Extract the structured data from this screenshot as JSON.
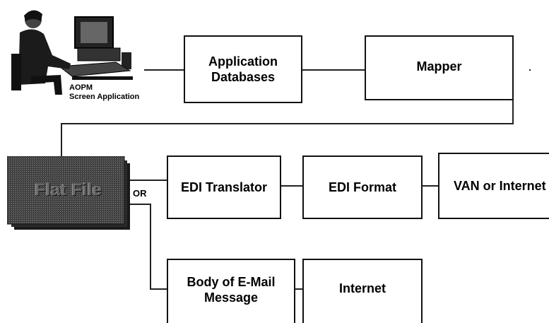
{
  "workstation": {
    "caption_line1": "AOPM",
    "caption_line2": "Screen Application"
  },
  "nodes": {
    "app_db": {
      "line1": "Application",
      "line2": "Databases"
    },
    "mapper": {
      "label": "Mapper"
    },
    "flat_file": {
      "label": "Flat File"
    },
    "edi_translator": {
      "label": "EDI Translator"
    },
    "edi_format": {
      "label": "EDI Format"
    },
    "van": {
      "label": "VAN or Internet"
    },
    "email_body": {
      "line1": "Body of E-Mail",
      "line2": "Message"
    },
    "internet": {
      "label": "Internet"
    }
  },
  "or_label": "OR",
  "colors": {
    "stroke": "#111111",
    "background": "#ffffff",
    "flat_file_fill": "#3c3c3c"
  }
}
